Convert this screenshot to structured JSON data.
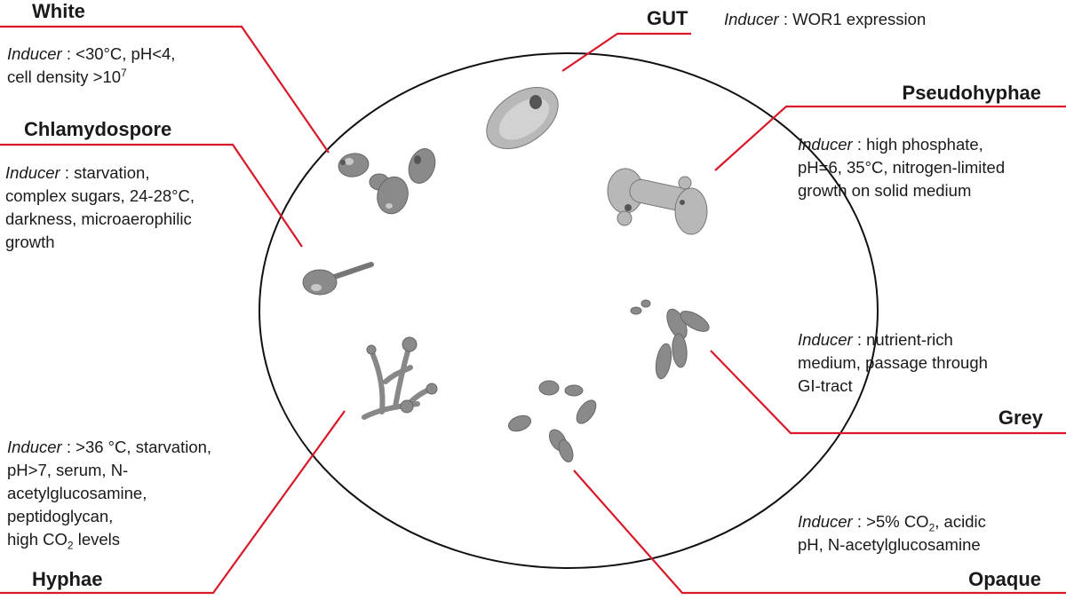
{
  "colors": {
    "leader_line": "#d7192a",
    "circle_stroke": "#111111",
    "cell_fill": "#8a8a8a",
    "cell_light": "#c8c8c8",
    "cell_dark": "#555555",
    "text": "#1a1a1a"
  },
  "morphotypes": {
    "white": {
      "name": "White",
      "inducer_label": "Inducer",
      "line1": " : <30°C, pH<4,",
      "line2": "cell density >10",
      "line2_sup": "7"
    },
    "chlamydospore": {
      "name": "Chlamydospore",
      "inducer_label": "Inducer",
      "line1": " : starvation,",
      "line2": "complex sugars, 24-28°C,",
      "line3": "darkness, microaerophilic",
      "line4": "growth"
    },
    "gut": {
      "name": "GUT",
      "inducer_label": "Inducer",
      "line1": " : WOR1 expression"
    },
    "pseudohyphae": {
      "name": "Pseudohyphae",
      "inducer_label": "Inducer",
      "line1": " : high phosphate,",
      "line2": "pH=6, 35°C, nitrogen-limited",
      "line3": "growth on solid medium"
    },
    "grey": {
      "name": "Grey",
      "inducer_label": "Inducer",
      "line1": " : nutrient-rich",
      "line2": "medium, passage through",
      "line3": "GI-tract"
    },
    "hyphae": {
      "name": "Hyphae",
      "inducer_label": "Inducer",
      "line1": " : >36 °C, starvation,",
      "line2": "pH>7, serum, N-",
      "line3": "acetylglucosamine,",
      "line4": "peptidoglycan,",
      "line5_a": "high CO",
      "line5_sub": "2",
      "line5_b": " levels"
    },
    "opaque": {
      "name": "Opaque",
      "inducer_label": "Inducer",
      "line1_a": " : >5% CO",
      "line1_sub": "2",
      "line1_b": ", acidic",
      "line2": "pH, N-acetylglucosamine"
    }
  }
}
